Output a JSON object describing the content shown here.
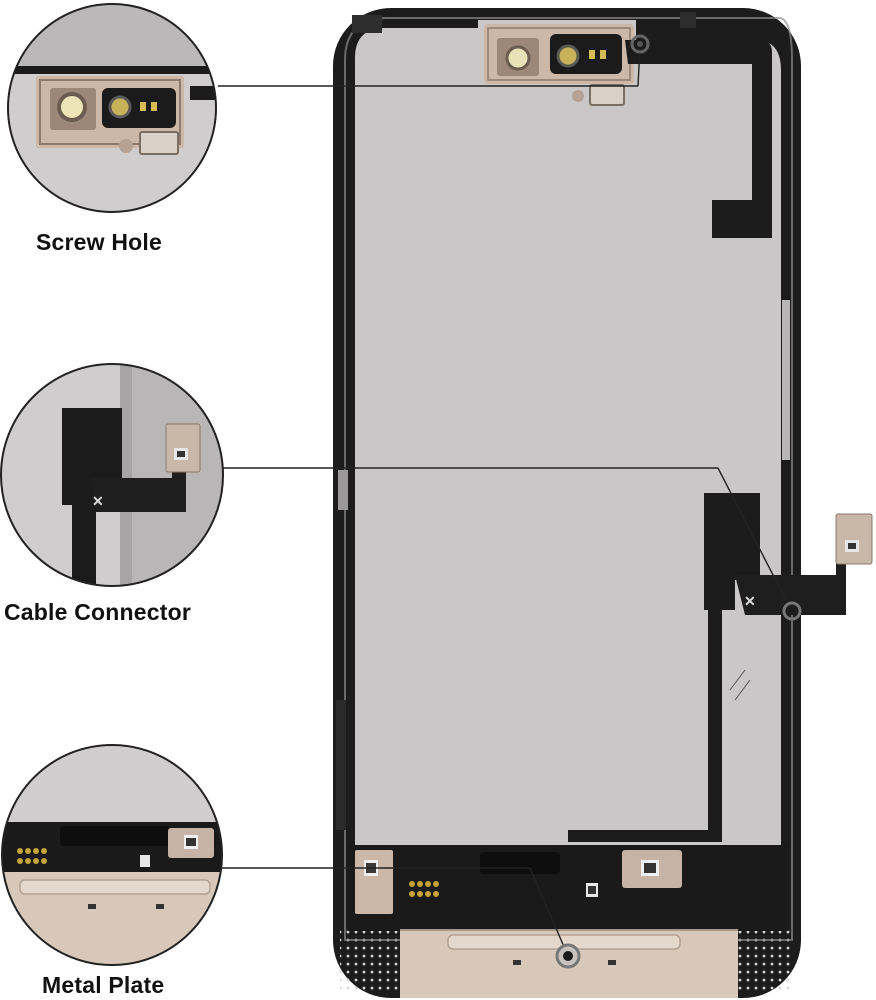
{
  "callouts": {
    "screw_hole": "Screw Hole",
    "cable_connector": "Cable Connector",
    "metal_plate": "Metal Plate"
  },
  "colors": {
    "frame": "#1c1c1c",
    "panel": "#c9c7c8",
    "flex_cable": "#1b1b1b",
    "bracket": "#cdb7a6",
    "leader_line": "#222222"
  }
}
